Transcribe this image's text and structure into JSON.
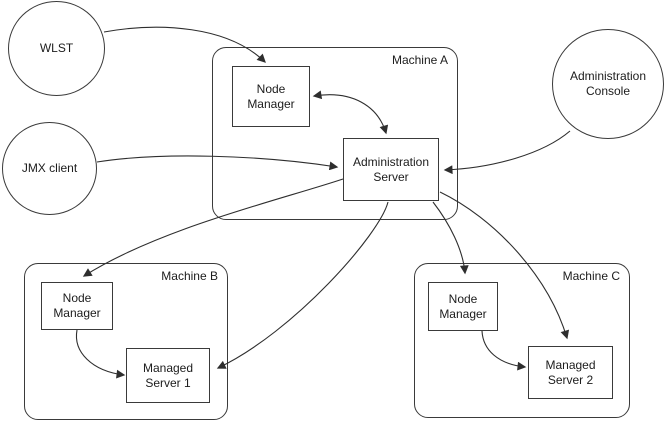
{
  "diagram": {
    "kind": "architecture-diagram",
    "colors": {
      "background": "#ffffff",
      "stroke": "#2e2e2e",
      "text": "#1c1c1c"
    },
    "clients": {
      "wlst": {
        "label": "WLST"
      },
      "jmx_client": {
        "label": "JMX client"
      },
      "admin_console": {
        "line1": "Administration",
        "line2": "Console"
      }
    },
    "machines": {
      "machine_a": {
        "label": "Machine A"
      },
      "machine_b": {
        "label": "Machine B"
      },
      "machine_c": {
        "label": "Machine C"
      }
    },
    "nodes": {
      "node_manager_a": {
        "line1": "Node",
        "line2": "Manager"
      },
      "admin_server": {
        "line1": "Administration",
        "line2": "Server"
      },
      "node_manager_b": {
        "line1": "Node",
        "line2": "Manager"
      },
      "managed_server_1": {
        "line1": "Managed",
        "line2": "Server 1"
      },
      "node_manager_c": {
        "line1": "Node",
        "line2": "Manager"
      },
      "managed_server_2": {
        "line1": "Managed",
        "line2": "Server 2"
      }
    },
    "connections": [
      {
        "from": "WLST",
        "to": "Node Manager (Machine A)",
        "bidirectional": false
      },
      {
        "from": "JMX client",
        "to": "Administration Server",
        "bidirectional": false
      },
      {
        "from": "Administration Console",
        "to": "Administration Server",
        "bidirectional": false
      },
      {
        "from": "Node Manager (Machine A)",
        "to": "Administration Server",
        "bidirectional": true
      },
      {
        "from": "Administration Server",
        "to": "Node Manager (Machine B)",
        "bidirectional": false
      },
      {
        "from": "Administration Server",
        "to": "Managed Server 1",
        "bidirectional": false
      },
      {
        "from": "Administration Server",
        "to": "Node Manager (Machine C)",
        "bidirectional": false
      },
      {
        "from": "Administration Server",
        "to": "Managed Server 2",
        "bidirectional": false
      },
      {
        "from": "Node Manager (Machine B)",
        "to": "Managed Server 1",
        "bidirectional": false
      },
      {
        "from": "Node Manager (Machine C)",
        "to": "Managed Server 2",
        "bidirectional": false
      }
    ]
  }
}
